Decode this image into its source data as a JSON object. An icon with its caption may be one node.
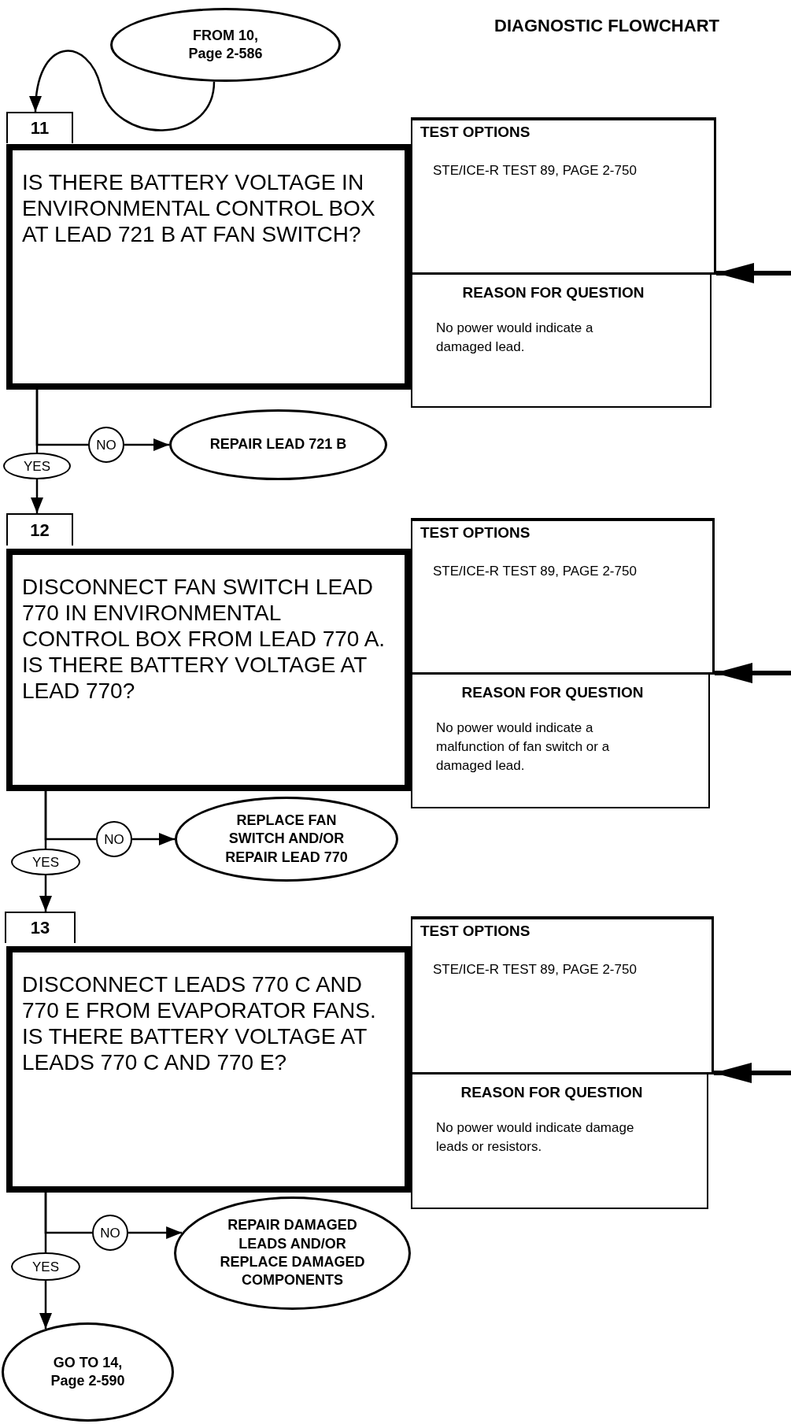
{
  "diagram": {
    "title": "DIAGNOSTIC FLOWCHART",
    "nodes": [
      {
        "text": [
          "FROM 10, Page 2-586"
        ]
      },
      {
        "text": [
          "11"
        ]
      },
      {
        "text": [
          "IS THERE BATTERY VOLTAGE IN ENVIRONMENTAL CONTROL BOX AT LEAD 721 B AT FAN SWITCH?"
        ]
      },
      {
        "text": [
          "TEST OPTIONS",
          "STE/ICE-R TEST 89, PAGE 2-750"
        ]
      },
      {
        "text": [
          "REASON FOR QUESTION",
          "No power would indicate a damaged lead."
        ]
      },
      {
        "text": [
          "NO"
        ]
      },
      {
        "text": [
          "REPAIR LEAD 721 B"
        ]
      },
      {
        "text": [
          "YES"
        ]
      },
      {
        "text": [
          "12"
        ]
      },
      {
        "text": [
          "DISCONNECT FAN SWITCH LEAD 770 IN ENVIRONMENTAL CONTROL BOX FROM LEAD 770 A. IS THERE BATTERY VOLTAGE AT LEAD 770?"
        ]
      },
      {
        "text": [
          "TEST OPTIONS",
          "STE/ICE-R TEST 89, PAGE 2-750"
        ]
      },
      {
        "text": [
          "REASON FOR QUESTION",
          "No power would indicate a malfunction of fan switch or a damaged lead."
        ]
      },
      {
        "text": [
          "NO"
        ]
      },
      {
        "text": [
          "REPLACE FAN SWITCH AND/OR REPAIR LEAD 770"
        ]
      },
      {
        "text": [
          "YES"
        ]
      },
      {
        "text": [
          "13"
        ]
      },
      {
        "text": [
          "DISCONNECT LEADS 770 C AND 770 E FROM EVAPORATOR FANS.  IS THERE BATTERY VOLTAGE AT LEADS 770 C AND 770 E?"
        ]
      },
      {
        "text": [
          "TEST OPTIONS",
          "STE/ICE-R TEST 89, PAGE 2-750"
        ]
      },
      {
        "text": [
          "REASON FOR QUESTION",
          "No power would indicate damage leads or resistors."
        ]
      },
      {
        "text": [
          "NO"
        ]
      },
      {
        "text": [
          "REPAIR DAMAGED LEADS AND/OR REPLACE DAMAGED COMPONENTS"
        ]
      },
      {
        "text": [
          "YES"
        ]
      },
      {
        "text": [
          "GO TO 14, Page 2-590"
        ]
      }
    ],
    "edges": [
      {
        "from": 0,
        "to": 1,
        "arrow": "to"
      },
      {
        "from": 2,
        "to": 5,
        "arrow": "none"
      },
      {
        "from": 5,
        "to": 6,
        "arrow": "to"
      },
      {
        "from": 2,
        "to": 7,
        "arrow": "none"
      },
      {
        "from": 7,
        "to": 8,
        "arrow": "to"
      },
      {
        "from": null,
        "to": 3,
        "arrow": "to",
        "style": "thick"
      },
      {
        "from": 9,
        "to": 12,
        "arrow": "none"
      },
      {
        "from": 12,
        "to": 13,
        "arrow": "to"
      },
      {
        "from": 9,
        "to": 14,
        "arrow": "none"
      },
      {
        "from": 14,
        "to": 15,
        "arrow": "to"
      },
      {
        "from": null,
        "to": 10,
        "arrow": "to",
        "style": "thick"
      },
      {
        "from": 16,
        "to": 19,
        "arrow": "none"
      },
      {
        "from": 19,
        "to": 20,
        "arrow": "to"
      },
      {
        "from": 16,
        "to": 21,
        "arrow": "none"
      },
      {
        "from": 21,
        "to": 22,
        "arrow": "to"
      },
      {
        "from": null,
        "to": 17,
        "arrow": "to",
        "style": "thick"
      }
    ]
  }
}
